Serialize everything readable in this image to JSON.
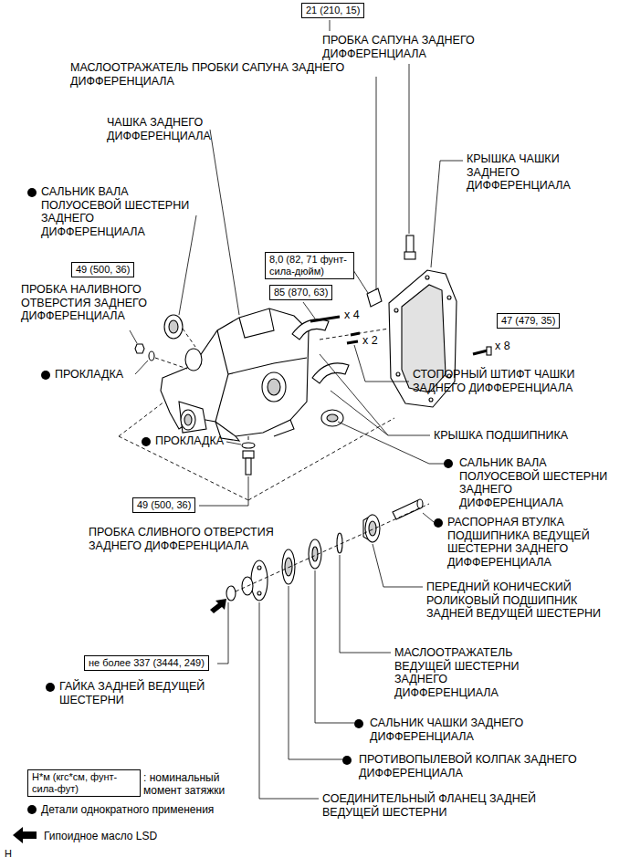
{
  "diagram": {
    "nodes": [
      {
        "text": [
          "21 (210, 15)"
        ]
      },
      {
        "text": [
          "49 (500, 36)"
        ]
      },
      {
        "text": [
          "8,0 (82, 71 фунт-сила-дюйм)"
        ]
      },
      {
        "text": [
          "85 (870, 63)"
        ]
      },
      {
        "text": [
          "47 (479, 35)"
        ]
      },
      {
        "text": [
          "49 (500, 36)"
        ]
      },
      {
        "text": [
          "не более 337 (3444, 249)"
        ]
      },
      {
        "text": [
          "Н*м (кгс*см, фунт-сила-фут)"
        ]
      }
    ],
    "labels": [
      "ПРОБКА САПУНА ЗАДНЕГО ДИФФЕРЕНЦИАЛА",
      "МАСЛООТРАЖАТЕЛЬ ПРОБКИ САПУНА ЗАДНЕГО ДИФФЕРЕНЦИАЛА",
      "ЧАШКА ЗАДНЕГО ДИФФЕРЕНЦИАЛА",
      "КРЫШКА ЧАШКИ ЗАДНЕГО ДИФФЕРЕНЦИАЛА",
      "САЛЬНИК ВАЛА ПОЛУОСЕВОЙ ШЕСТЕРНИ ЗАДНЕГО ДИФФЕРЕНЦИАЛА",
      "ПРОБКА НАЛИВНОГО ОТВЕРСТИЯ ЗАДНЕГО ДИФФЕРЕНЦИАЛА",
      "x 4",
      "x 2",
      "x 8",
      "ПРОКЛАДКА",
      "СТОПОРНЫЙ ШТИФТ ЧАШКИ ЗАДНЕГО ДИФФЕРЕНЦИАЛА",
      "КРЫШКА ПОДШИПНИКА",
      "ПРОКЛАДКА",
      "САЛЬНИК ВАЛА ПОЛУОСЕВОЙ ШЕСТЕРНИ ЗАДНЕГО ДИФФЕРЕНЦИАЛА",
      "РАСПОРНАЯ ВТУЛКА ПОДШИПНИКА ВЕДУЩЕЙ ШЕСТЕРНИ ЗАДНЕГО ДИФФЕРЕНЦИАЛА",
      "ПРОБКА СЛИВНОГО ОТВЕРСТИЯ ЗАДНЕГО ДИФФЕРЕНЦИАЛА",
      "ПЕРЕДНИЙ КОНИЧЕСКИЙ РОЛИКОВЫЙ ПОДШИПНИК ЗАДНЕЙ ВЕДУЩЕЙ ШЕСТЕРНИ",
      "МАСЛООТРАЖАТЕЛЬ ВЕДУЩЕЙ ШЕСТЕРНИ ЗАДНЕГО ДИФФЕРЕНЦИАЛА",
      "ГАЙКА ЗАДНЕЙ ВЕДУЩЕЙ ШЕСТЕРНИ",
      "САЛЬНИК ЧАШКИ ЗАДНЕГО ДИФФЕРЕНЦИАЛА",
      "ПРОТИВОПЫЛЕВОЙ КОЛПАК ЗАДНЕГО ДИФФЕРЕНЦИАЛА",
      "СОЕДИНИТЕЛЬНЫЙ ФЛАНЕЦ ЗАДНЕЙ ВЕДУЩЕЙ ШЕСТЕРНИ",
      "H"
    ],
    "legend": [
      {
        "text": ": номинальный момент затяжки"
      },
      {
        "text": "Детали однократного применения"
      },
      {
        "text": "Гипоидное масло LSD"
      }
    ]
  }
}
